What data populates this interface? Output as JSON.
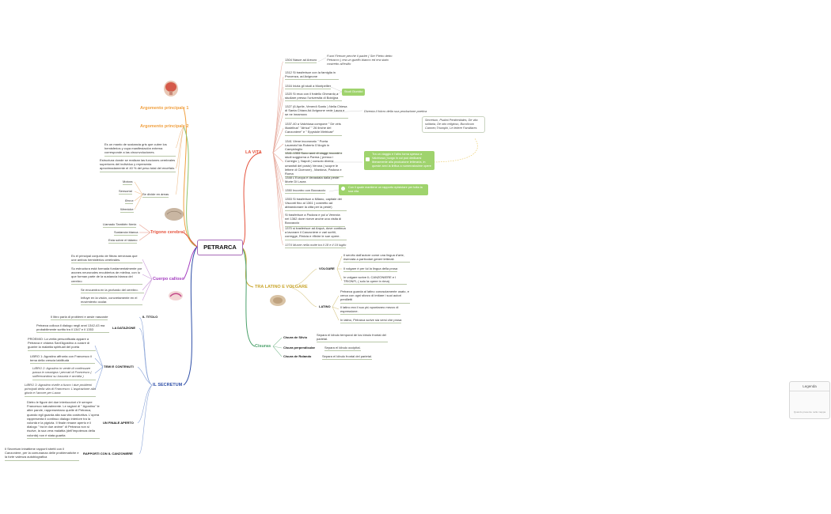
{
  "map": {
    "central": "PETRARCA",
    "branches": {
      "arg1": "Argomento principale 1",
      "arg2": "Argomento principale 2",
      "trigono": "Trigono cerebral",
      "cuerpo": "Cuerpo calloso",
      "secretum": "IL SECRETUM",
      "vita": "LA VITA",
      "latino": "TRA LATINO E VOLGARE",
      "cisura": "Cisuras"
    },
    "arg2_nodes": {
      "es": "Es un manto de sustancia gris que cubre los hemisferios y cuya manifestación externa corresponde a las circunvoluciones.",
      "estructura": "Estructura donde se realizan las funciones cerebrales superiores del individuo y representa aproximadamente el 40 % del peso total del encéfalo.",
      "divide": "Se divide en áreas",
      "motora": "Motora",
      "sensorial": "Sensorial",
      "broca": "Broca",
      "wernicke": "Wernicke"
    },
    "trigono_nodes": {
      "llamado": "Llamado También fórnix",
      "sustancia": "Sustancia blanca",
      "esta": "Esta sobre el tálamo"
    },
    "cuerpo_nodes": {
      "c1": "Es el principal conjunto de fibras nerviosas que une ambos hemisferios cerebrales.",
      "c2": "Su estructura está formada fundamentalmente por axones neuronales recubiertos de mielina, con lo que forman parte de la sustancia blanca del cerebro",
      "c3": "Se encuentra en la profundo del cerebro.",
      "c4": "Influye en la visión, concretamente en el movimiento ocular."
    },
    "secretum_nodes": {
      "titolo": "IL TITOLO",
      "titolo_desc": "Il libro parla di problemi e ansie nascoste",
      "datazione": "LA DATAZIONE",
      "datazione_desc": "Petrarca colloca il dialogo negli anni 1342-43 ma probabilmente scritto tra il 1347 e il 1353",
      "temi": "TEMI E CONTENUTI",
      "proemio": "PROEMIO: La verità personificata appare a Petrarca e chiama Sant'Agostino a curare di guarire la malattia spirituali del poeta",
      "libro1": "LIBRO 1: Agostino affronta con Francesco il tema della crescia labilitudà",
      "libro2": "LIBRO 2: Agostino in verde di confessare passa in rassegna i peccati di Francesco ( soffermandosi su lussuria e accidia )",
      "libro3": "LIBRO 3: Agostino rivelle a fuoco i due problemi principali della vita di Francesco: L'aspirazione alla gloria e l'amore per Laura",
      "finale": "UN FINALE APERTO",
      "finale_desc": "Dietro le figure dei due interlocutori c'è sempre Francesco naturalmente. Le ragioni di \" Agostino\" le altre parole, rappresentano quelle di Petrarca, quando egli guarda alla sua vita costruttiva. L'opera rappresenta il continuo dialogo interiore tra la volontà e la pigrizia. Il finale rimane aperto e il dialogo \" tra le due anime\" di Petrarca non si risolve, la sua vera malattia (dell'impotenza della volontà) non è stata guarita",
      "rapporti": "RAPPORTI CON IL CANZONIERE",
      "rapporti_desc": "Il Secretum intrattiene rapporti stretti con il Canzoniere, per la comunanza delle problematiche e la forte valenza autobiografica"
    },
    "vita_nodes": {
      "v1304": "1304 Nasce ad Arezzo",
      "v1304_note": "Fuori Firenze perchè il padre ( Ser Pietro detto Petracco ) era un guelfo bianco ed era stato costretto all'esilio",
      "v1312": "1312 Si trasferisce con la famiglia in Provenza, ad Avignone",
      "v1316": "1316 Inizia gli studi a Montpellier",
      "v1320": "1320 Si reca con il fratello Gherardo a studiare presso l'università di Bologna",
      "studi": "Studi Giuridici",
      "v1327": "1327 (6 Aprile, Venerdì Santo ) Nella Chiesa di Santa Chiara Ad Avignone vede Laura e se ne innamora",
      "v1327_note": "Diventa il fulcro della sua produzione poetica",
      "v1337": "1337-40 a Valchiusa compone \" De viris illustribus\" \"Africa\" \" 26 liriche del Canzoniere\" e \" Epystole Metricae\"",
      "v1341": "1341 Viene incoronato \" Poeta Laureato\"da Roberto D'Angiò in Campidoglio",
      "v1341_53": "1341-1353 Sono anni di viaggi, incontri e studi soggiorna a Parma ( presso i Corregio ), Napoli ( consolo diversi umanisti del posto) Verona ( scopre le lettere di Cicerone) , Mantova, Padova e Roma",
      "viaggi": "Tra un viaggio e l'altro torna spesso a Valchiusa ( luogo in cui può dedicarsi liberamente alla produzione letteraria, in queste anni la lirifica a numerosissime opere",
      "opere_note": "Secretum, Psalmi Penitentiales, De vita solitaria, De otio religioso, Bucolicum Carmen,Triumphi, Le lettere Familiares",
      "v1348": "1348 L'Europa è devastata dalla peste: Morte Di Laura",
      "v1350": "1350 Incontro con Boccaccio",
      "boccaccio": "Con il quale mantiene un rapporto epistolare per tutta la sua vita",
      "v1353": "1353 Si trasferisce a Milano, capitale dei Visconti fino al 1361 ( costretto ad abbandonare la città per la peste)",
      "v1361": "Si trasferisce a Padova e poi a Venezia nel 1362 dove riceve anche una visita di Boccaccio",
      "v1370": "1370 si trasferisce ad Arquà, dove continua a lavorare il Canzoniere e vari scritti, corregge, Rinicia e rifinire le sue opere.",
      "v1374": "1374 Muore nella notte tra il 18 e il 19 luglio"
    },
    "latino_nodes": {
      "volgare": "VOLGARE",
      "vol1": "Il servito dall'autore come una lingua d'arte, riservata a particolari generi letterali.",
      "vol2": "Il volgare è per lui la lingua della prosa",
      "vol3": "In volgare scrive IL CANZONIERE e I TRIONFI, ( solo la opere in rima)",
      "latino": "LATINO",
      "lat1": "Petrarca guarda al latino conosciamente usato, e cerca con ogni sforzo di imitare i suoi autori prediletti",
      "lat2": "Il latino era il suo più spontaneo mezzo di espressione.",
      "lat3": "In latino, Petrarca scrive sia versi che prosa"
    },
    "cisura_nodes": {
      "silvio": "Cisura de Silvio",
      "silvio_desc": "Separa el lóbulo temporal de los lóbulo frontal del parietal.",
      "perp": "Cisura perpendicular",
      "perp_desc": "Separa el lóbulo occipital.",
      "rolando": "Cisura de Rolando",
      "rolando_desc": "Separa el lóbulo frontal del parietal."
    },
    "colors": {
      "orange": "#f0a040",
      "red": "#e5533d",
      "purple": "#a43ec0",
      "blue": "#2f4fa8",
      "olive": "#c9a52c",
      "green": "#4aa06a",
      "teal": "#2a8a7e"
    }
  },
  "legend": {
    "title": "Legenda",
    "empty": "Quando presente nella mappa"
  }
}
